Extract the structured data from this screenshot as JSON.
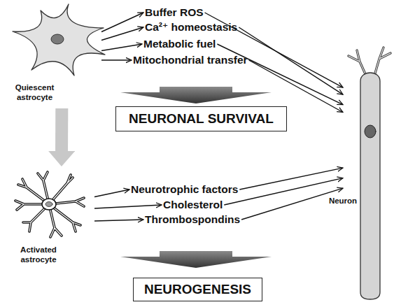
{
  "diagram": {
    "nodes": [
      {
        "text": [
          "Quiescent astrocyte"
        ]
      },
      {
        "text": [
          "Buffer ROS"
        ]
      },
      {
        "text": [
          "Ca²⁺ homeostasis"
        ]
      },
      {
        "text": [
          "Metabolic fuel"
        ]
      },
      {
        "text": [
          "Mitochondrial transfer"
        ]
      },
      {
        "text": [
          "NEURONAL SURVIVAL"
        ]
      },
      {
        "text": [
          "Neuron"
        ]
      },
      {
        "text": [
          "Activated astrocyte"
        ]
      },
      {
        "text": [
          "Neurotrophic factors"
        ]
      },
      {
        "text": [
          "Cholesterol"
        ]
      },
      {
        "text": [
          "Thrombospondins"
        ]
      },
      {
        "text": [
          "NEUROGENESIS"
        ]
      }
    ],
    "edges": [
      {
        "from": 0,
        "to": 1,
        "arrow": "to"
      },
      {
        "from": 0,
        "to": 2,
        "arrow": "to"
      },
      {
        "from": 0,
        "to": 3,
        "arrow": "to"
      },
      {
        "from": 0,
        "to": 4,
        "arrow": "to"
      },
      {
        "from": 1,
        "to": 6,
        "arrow": "to"
      },
      {
        "from": 2,
        "to": 6,
        "arrow": "to"
      },
      {
        "from": 3,
        "to": 6,
        "arrow": "to"
      },
      {
        "from": 4,
        "to": 6,
        "arrow": "to"
      },
      {
        "from": 0,
        "to": 7,
        "arrow": "to"
      },
      {
        "from": 7,
        "to": 8,
        "arrow": "to"
      },
      {
        "from": 7,
        "to": 9,
        "arrow": "to"
      },
      {
        "from": 7,
        "to": 10,
        "arrow": "to"
      },
      {
        "from": 8,
        "to": 6,
        "arrow": "to"
      },
      {
        "from": 9,
        "to": 6,
        "arrow": "to"
      },
      {
        "from": 10,
        "to": 6,
        "arrow": "to"
      }
    ]
  }
}
